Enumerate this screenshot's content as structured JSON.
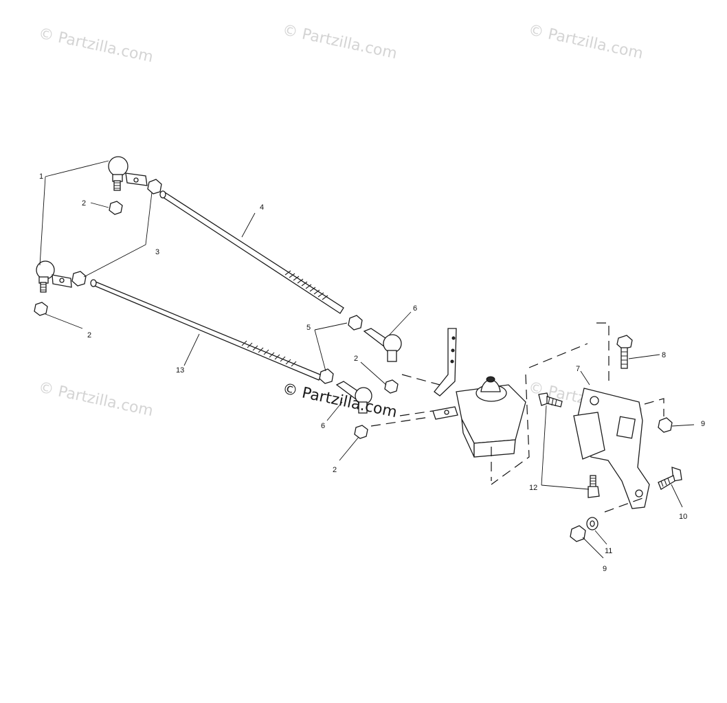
{
  "watermarks": {
    "repeat_text": "© Partzilla.com",
    "center_text": "© Partzilla.com"
  },
  "callouts": {
    "c1": "1",
    "c2a": "2",
    "c2b": "2",
    "c2c": "2",
    "c2d": "2",
    "c3": "3",
    "c4": "4",
    "c5": "5",
    "c6a": "6",
    "c6b": "6",
    "c7": "7",
    "c8": "8",
    "c9a": "9",
    "c9b": "9",
    "c10": "10",
    "c11": "11",
    "c12": "12",
    "c13": "13"
  },
  "colors": {
    "line": "#1a1a1a",
    "watermark": "#d4d4d4",
    "background": "#ffffff"
  }
}
